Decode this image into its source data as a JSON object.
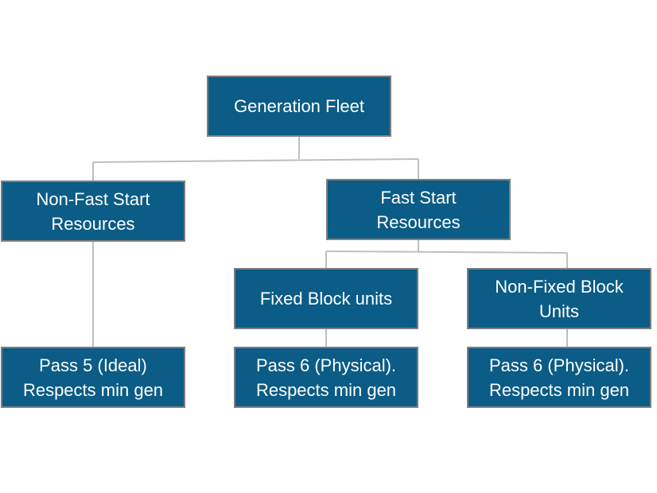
{
  "diagram": {
    "type": "org-chart",
    "colors": {
      "node_fill": "#0b5c86",
      "node_border": "#7f7f7f",
      "node_text": "#ffffff",
      "connector": "#bfbfbf"
    },
    "nodes": {
      "root": "Generation Fleet",
      "non_fast_start": "Non-Fast Start\nResources",
      "fast_start": "Fast Start\nResources",
      "fixed_block": "Fixed Block units",
      "non_fixed_block": "Non-Fixed Block\nUnits",
      "pass5": "Pass 5 (Ideal)\nRespects min gen",
      "pass6_fixed": "Pass 6 (Physical).\nRespects min gen",
      "pass6_non_fixed": "Pass 6 (Physical).\nRespects min gen"
    },
    "edges": [
      [
        "root",
        "non_fast_start"
      ],
      [
        "root",
        "fast_start"
      ],
      [
        "non_fast_start",
        "pass5"
      ],
      [
        "fast_start",
        "fixed_block"
      ],
      [
        "fast_start",
        "non_fixed_block"
      ],
      [
        "fixed_block",
        "pass6_fixed"
      ],
      [
        "non_fixed_block",
        "pass6_non_fixed"
      ]
    ]
  }
}
